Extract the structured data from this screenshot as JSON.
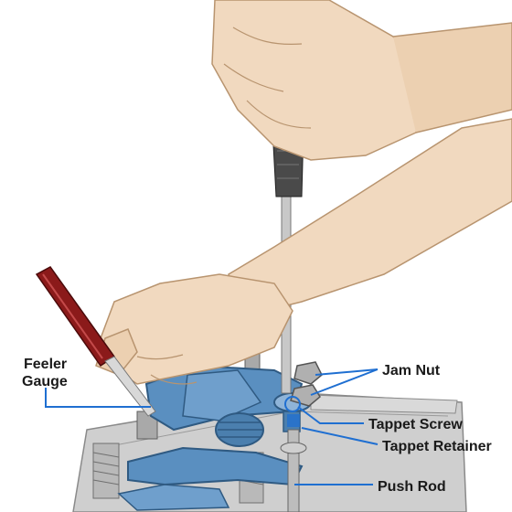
{
  "labels": {
    "feeler_gauge_line1": "Feeler",
    "feeler_gauge_line2": "Gauge",
    "jam_nut": "Jam Nut",
    "tappet_screw": "Tappet Screw",
    "tappet_retainer": "Tappet Retainer",
    "push_rod": "Push Rod"
  },
  "colors": {
    "leader": "#1f6fd1",
    "rocker_blue": "#5a8fc0",
    "rocker_dark": "#35648f",
    "skin": "#f1d9bf",
    "skin_shadow": "#dbb896",
    "gauge_red": "#8b1a1a",
    "metal": "#9a9a9a"
  }
}
